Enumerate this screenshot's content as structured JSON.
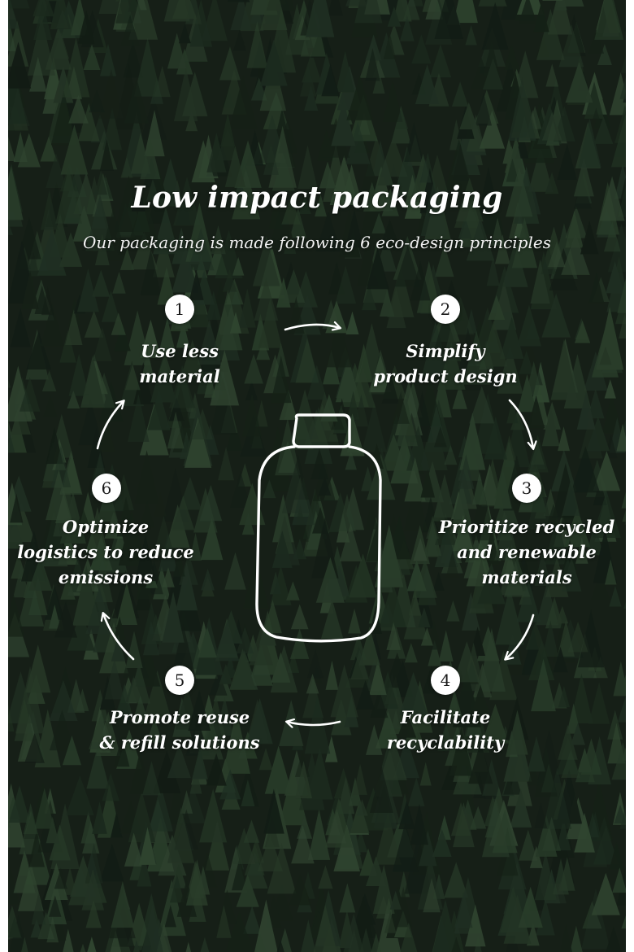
{
  "header": {
    "title": "Low impact packaging",
    "subtitle": "Our packaging is made following 6 eco-design principles"
  },
  "principles": [
    {
      "number": "1",
      "line1": "Use less",
      "line2": "material"
    },
    {
      "number": "2",
      "line1": "Simplify",
      "line2": "product design"
    },
    {
      "number": "3",
      "line1": "Prioritize recycled",
      "line2": "and renewable",
      "line3": "materials"
    },
    {
      "number": "4",
      "line1": "Facilitate",
      "line2": "recyclability"
    },
    {
      "number": "5",
      "line1": "Promote reuse",
      "line2": "& refill solutions"
    },
    {
      "number": "6",
      "line1": "Optimize",
      "line2": "logistics to reduce",
      "line3": "emissions"
    }
  ],
  "icons": {
    "center": "bottle-icon",
    "connectors": "arrow-icon"
  },
  "colors": {
    "forest_dark": "#1f2a20",
    "text": "#ffffff",
    "badge_bg": "#ffffff",
    "badge_text": "#1a1a1a"
  }
}
